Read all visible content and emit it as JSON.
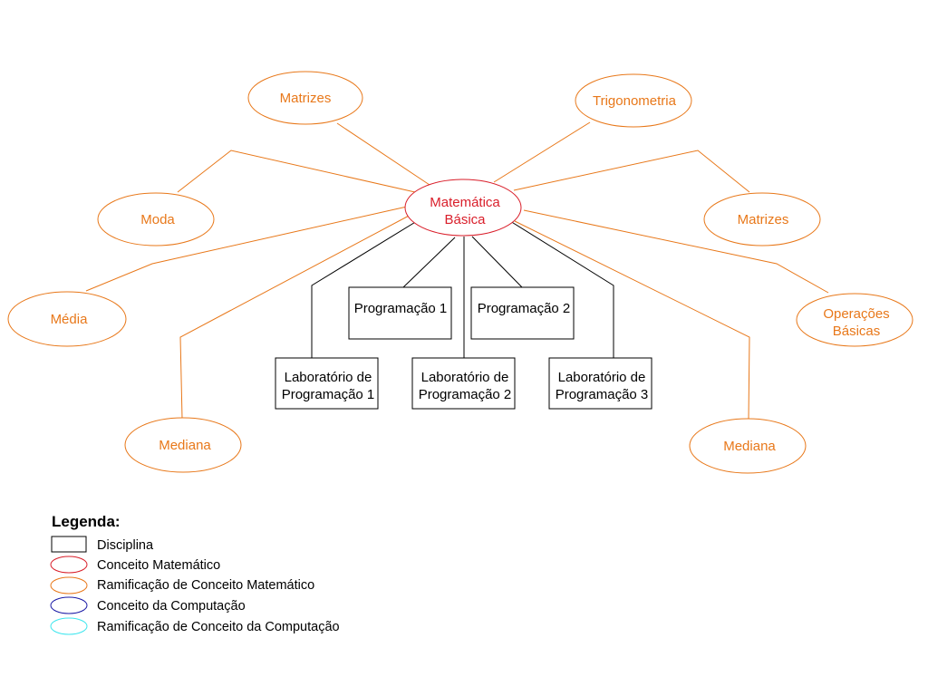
{
  "colors": {
    "math_branch": "#e8781a",
    "math_concept": "#d91e2a",
    "discipline": "#000000",
    "comp_concept": "#1a1aa6",
    "comp_branch": "#3ee6ee"
  },
  "center": {
    "line1": "Matemática",
    "line2": "Básica"
  },
  "branches": {
    "matrizes_top": "Matrizes",
    "trigonometria": "Trigonometria",
    "moda": "Moda",
    "matrizes_right": "Matrizes",
    "media": "Média",
    "operacoes_line1": "Operações",
    "operacoes_line2": "Básicas",
    "mediana_left": "Mediana",
    "mediana_right": "Mediana"
  },
  "disciplines": {
    "prog1": "Programação 1",
    "prog2": "Programação 2",
    "lab1_line1": "Laboratório de",
    "lab1_line2": "Programação 1",
    "lab2_line1": "Laboratório de",
    "lab2_line2": "Programação 2",
    "lab3_line1": "Laboratório de",
    "lab3_line2": "Programação 3"
  },
  "legend": {
    "title": "Legenda:",
    "disciplina": "Disciplina",
    "conceito_matematico": "Conceito Matemático",
    "ramificacao_matematico": "Ramificação de Conceito Matemático",
    "conceito_computacao": "Conceito da Computação",
    "ramificacao_computacao": "Ramificação de Conceito da Computação"
  }
}
